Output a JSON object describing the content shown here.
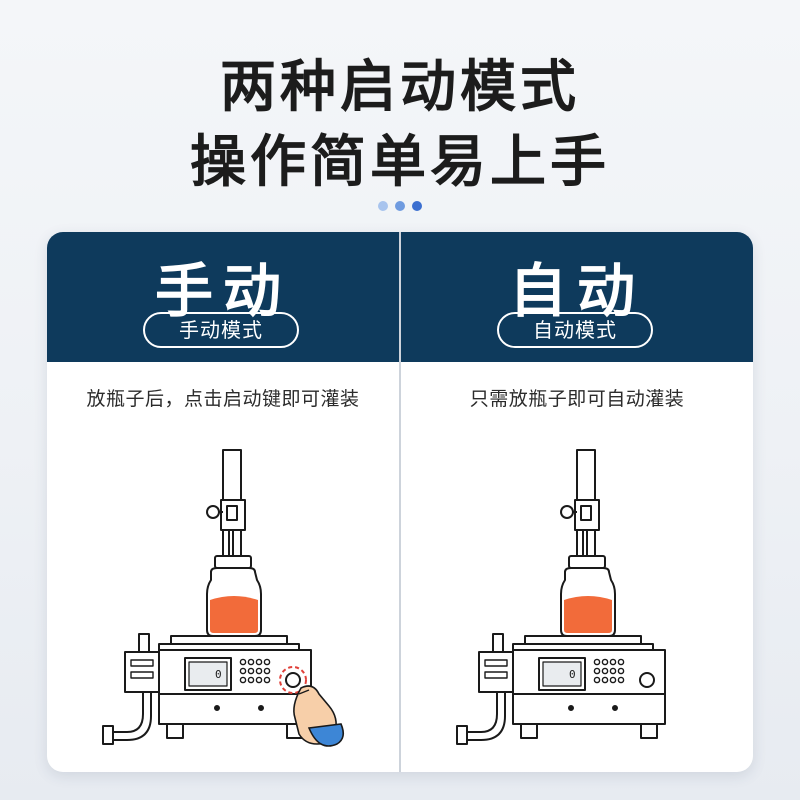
{
  "headline": {
    "line1": "两种启动模式",
    "line2": "操作简单易上手"
  },
  "dots": [
    "#a8c4ee",
    "#6f9be0",
    "#3b6fd0"
  ],
  "colors": {
    "header_bg": "#0e3a5c",
    "liquid": "#f26b3a",
    "sleeve": "#3d86d6"
  },
  "modes": {
    "manual": {
      "big_label": "手动",
      "pill_label": "手动模式",
      "description": "放瓶子后，点击启动键即可灌装"
    },
    "auto": {
      "big_label": "自动",
      "pill_label": "自动模式",
      "description": "只需放瓶子即可自动灌装"
    }
  }
}
